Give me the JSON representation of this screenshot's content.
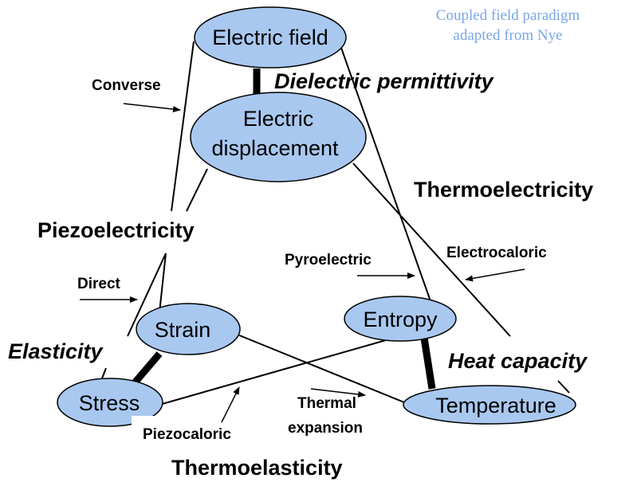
{
  "caption": {
    "line1": "Coupled field paradigm",
    "line2": "adapted from Nye"
  },
  "nodes": {
    "electric_field": "Electric field",
    "electric_displacement_line1": "Electric",
    "electric_displacement_line2": "displacement",
    "strain": "Strain",
    "stress": "Stress",
    "entropy": "Entropy",
    "temperature": "Temperature"
  },
  "relations": {
    "dielectric_permittivity": "Dielectric permittivity",
    "elasticity": "Elasticity",
    "heat_capacity": "Heat capacity"
  },
  "couplings": {
    "piezoelectricity": "Piezoelectricity",
    "thermoelectricity": "Thermoelectricity",
    "thermoelasticity": "Thermoelasticity"
  },
  "effects": {
    "converse": "Converse",
    "direct": "Direct",
    "pyroelectric": "Pyroelectric",
    "electrocaloric": "Electrocaloric",
    "piezocaloric": "Piezocaloric",
    "thermal_expansion_line1": "Thermal",
    "thermal_expansion_line2": "expansion"
  }
}
